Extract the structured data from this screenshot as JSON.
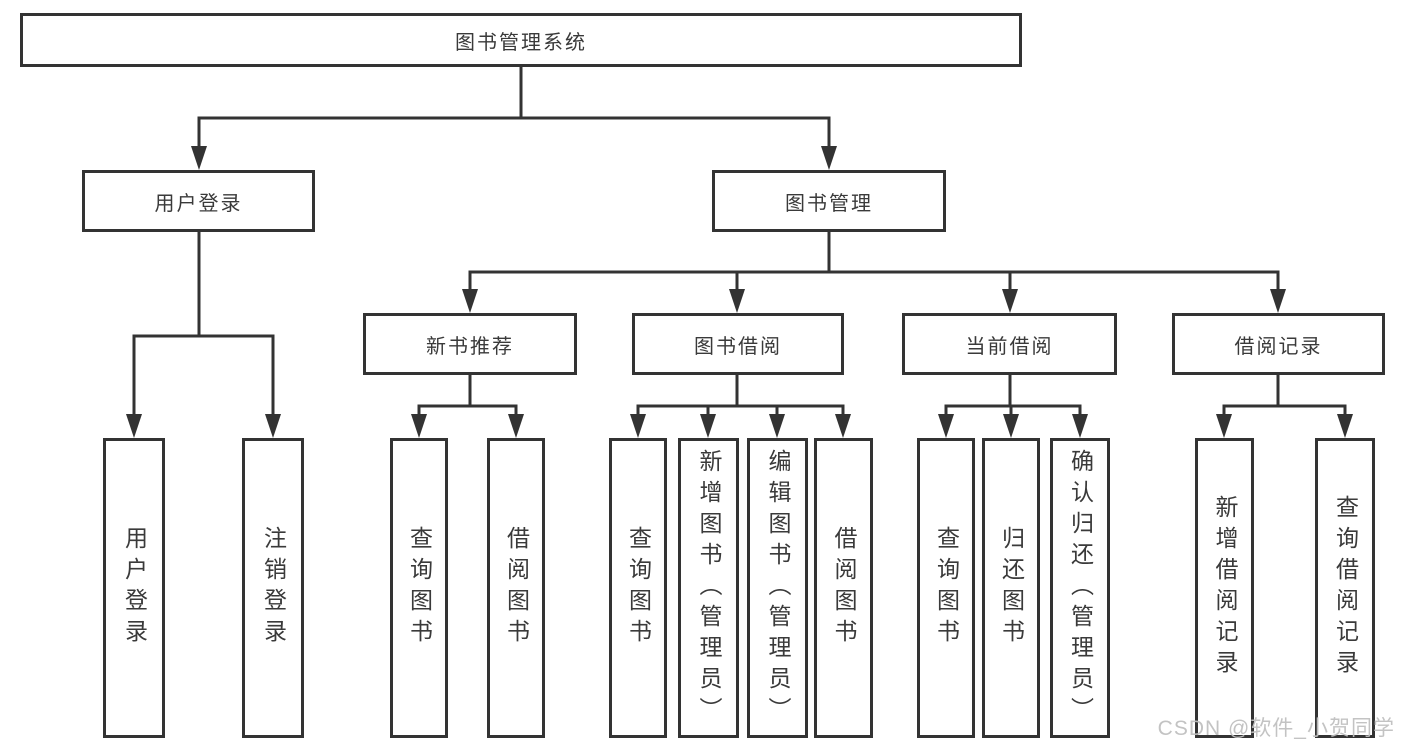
{
  "colors": {
    "line": "#333333",
    "box_border": "#333333",
    "text": "#3a3a3a",
    "background": "#ffffff",
    "watermark": "#c0c0c0"
  },
  "tree": {
    "label": "图书管理系统",
    "children": [
      {
        "label": "用户登录",
        "children": [
          {
            "label": "用户登录"
          },
          {
            "label": "注销登录"
          }
        ]
      },
      {
        "label": "图书管理",
        "children": [
          {
            "label": "新书推荐",
            "children": [
              {
                "label": "查询图书"
              },
              {
                "label": "借阅图书"
              }
            ]
          },
          {
            "label": "图书借阅",
            "children": [
              {
                "label": "查询图书"
              },
              {
                "label": "新增图书（管理员）"
              },
              {
                "label": "编辑图书（管理员）"
              },
              {
                "label": "借阅图书"
              }
            ]
          },
          {
            "label": "当前借阅",
            "children": [
              {
                "label": "查询图书"
              },
              {
                "label": "归还图书"
              },
              {
                "label": "确认归还（管理员）"
              }
            ]
          },
          {
            "label": "借阅记录",
            "children": [
              {
                "label": "新增借阅记录"
              },
              {
                "label": "查询借阅记录"
              }
            ]
          }
        ]
      }
    ]
  },
  "watermark": {
    "text": "CSDN @软件_小贺同学"
  }
}
